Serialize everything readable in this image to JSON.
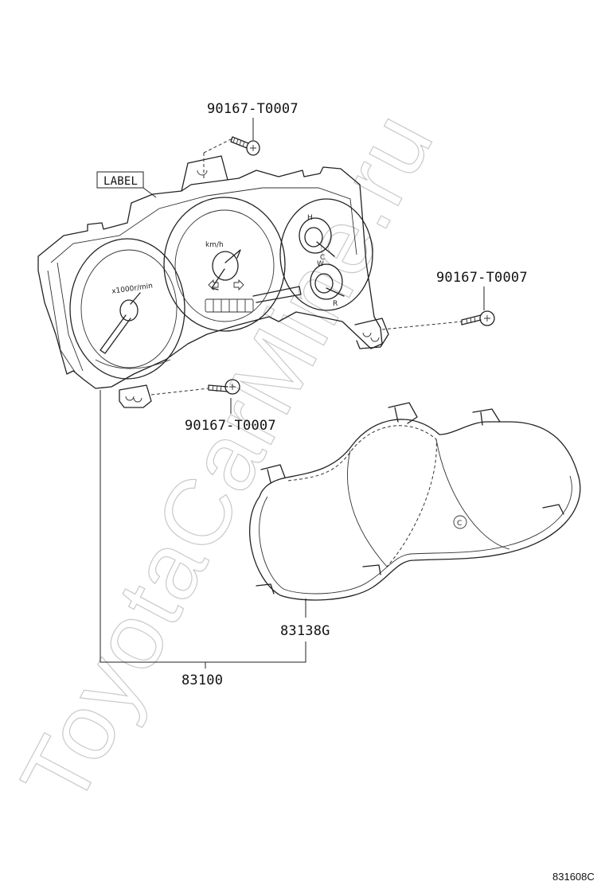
{
  "watermark": "ToyotaCarMine.ru",
  "labels": {
    "screw_top": "90167-T0007",
    "screw_right": "90167-T0007",
    "screw_bottom": "90167-T0007",
    "label_tag": "LABEL",
    "lens": "83138G",
    "assembly": "83100",
    "diagram_code": "831608C"
  },
  "dial_marks": {
    "tacho_unit": "x1000r/min",
    "speedo_unit": "km/h",
    "temp_high": "H",
    "temp_low": "C",
    "fuel_full": "W",
    "fuel_empty": "R"
  },
  "lens_mark": "C"
}
